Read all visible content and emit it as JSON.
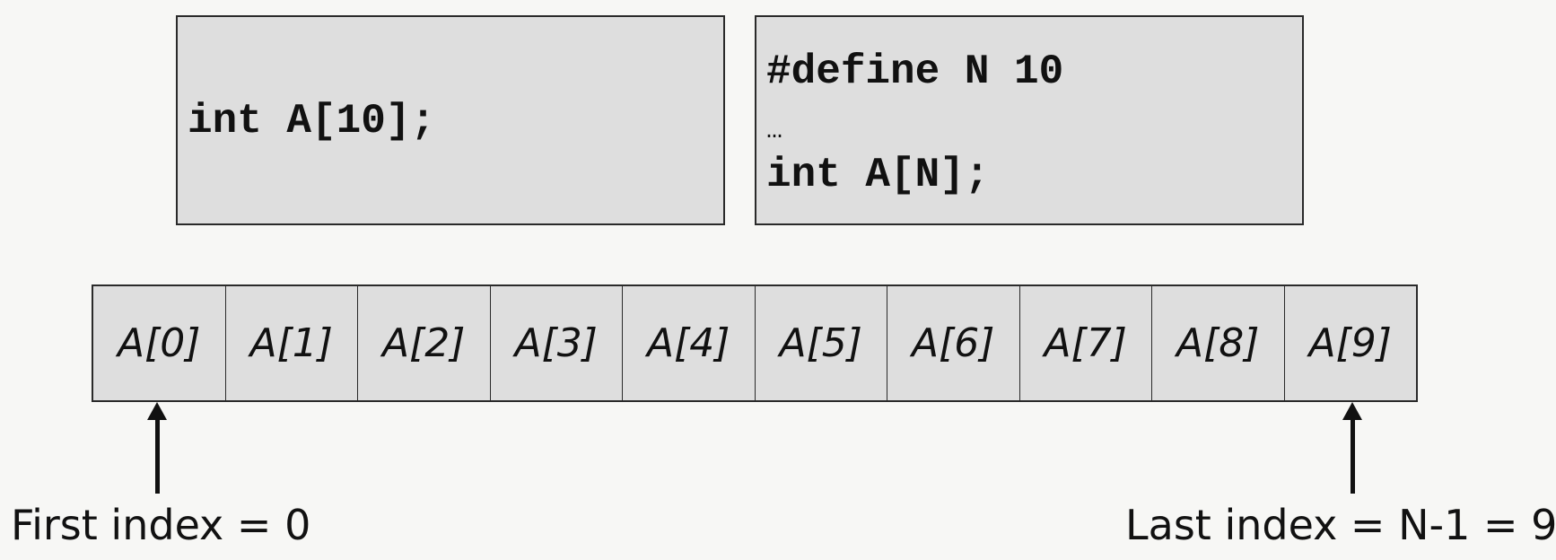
{
  "code_boxes": {
    "left": {
      "line1": "int A[10];"
    },
    "right": {
      "line1": "#define N 10",
      "line2": "…",
      "line3": "int A[N];"
    }
  },
  "array": {
    "cells": [
      "A[0]",
      "A[1]",
      "A[2]",
      "A[3]",
      "A[4]",
      "A[5]",
      "A[6]",
      "A[7]",
      "A[8]",
      "A[9]"
    ]
  },
  "labels": {
    "first": "First index = 0",
    "last": "Last index = N-1 = 9"
  }
}
